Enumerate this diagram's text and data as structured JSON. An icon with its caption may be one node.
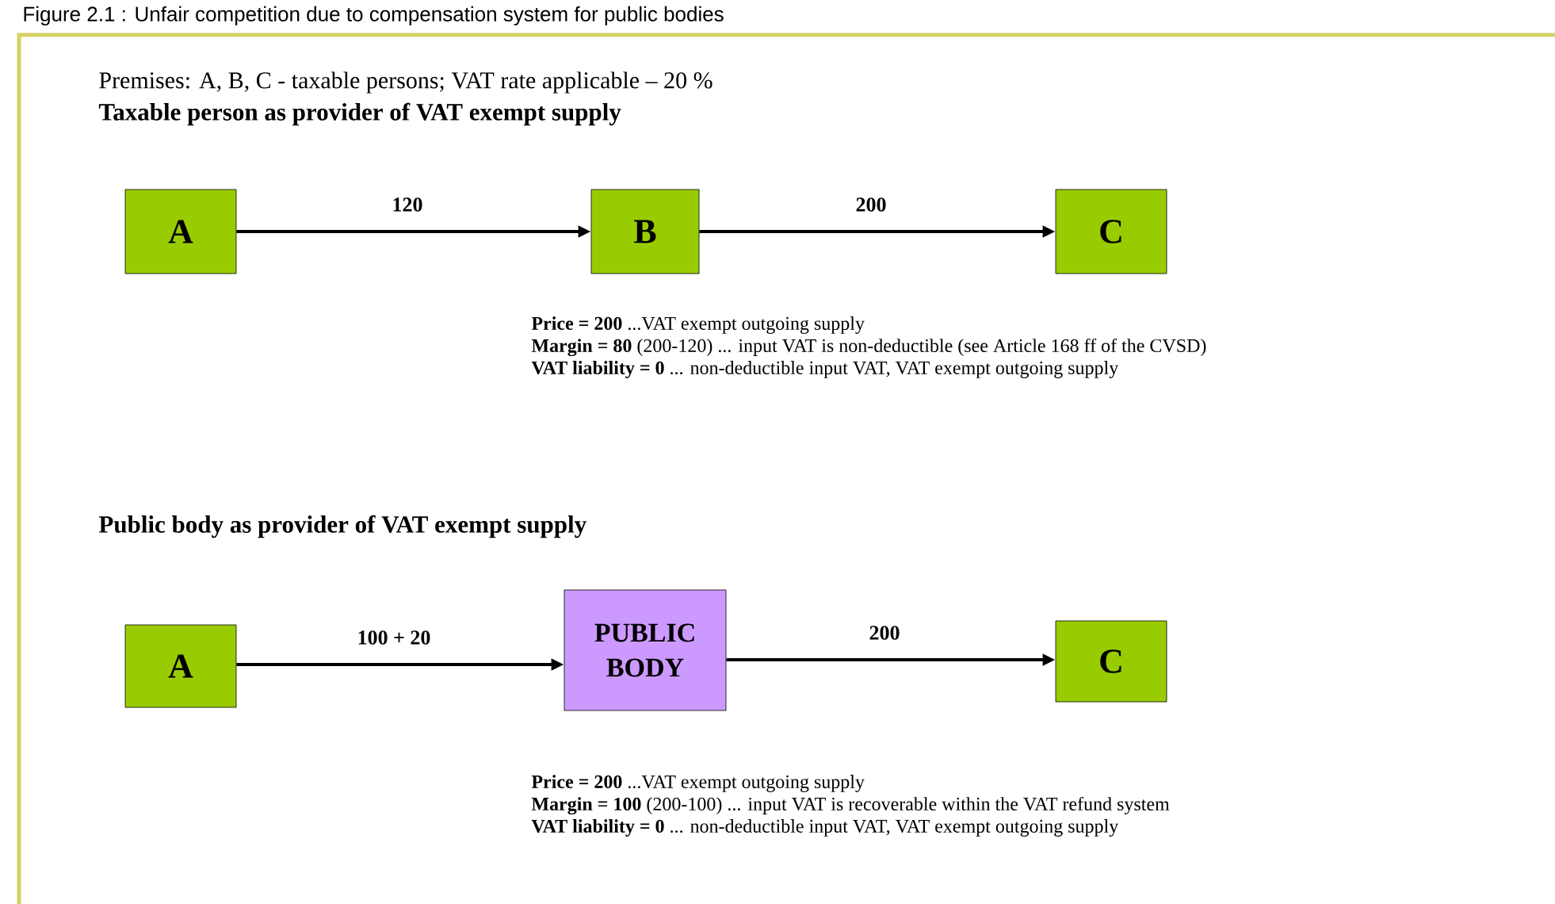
{
  "diagram": {
    "title": "Figure 2.1 : Unfair competition due to compensation system for public bodies",
    "nodes": [
      {
        "text": [
          "A"
        ]
      },
      {
        "text": [
          "B"
        ]
      },
      {
        "text": [
          "C"
        ]
      },
      {
        "text": [
          "A"
        ]
      },
      {
        "text": [
          "PUBLIC BODY"
        ]
      },
      {
        "text": [
          "C"
        ]
      }
    ],
    "edges": [
      {
        "from": 0,
        "to": 1,
        "arrow": "to",
        "label": "120"
      },
      {
        "from": 1,
        "to": 2,
        "arrow": "to",
        "label": "200"
      },
      {
        "from": 3,
        "to": 4,
        "arrow": "to",
        "label": "100 + 20"
      },
      {
        "from": 4,
        "to": 5,
        "arrow": "to",
        "label": "200"
      }
    ],
    "labels": [
      "Premises:   A, B, C - taxable persons; VAT rate applicable – 20 %",
      "Taxable person as provider of VAT exempt supply",
      "**Price = 200** ...VAT exempt outgoing supply",
      "**Margin = 80** (200-120) ... input VAT is non-deductible (see Article 168 ff of the CVSD)",
      "**VAT liability = 0** ... non-deductible input VAT, VAT exempt outgoing supply",
      "Public body as provider of VAT exempt supply",
      "**Price = 200** ...VAT exempt outgoing supply",
      "**Margin = 100** (200-100) ... input VAT is recoverable within the VAT refund system",
      "**VAT liability = 0** ... non-deductible input VAT, VAT exempt outgoing supply"
    ]
  }
}
